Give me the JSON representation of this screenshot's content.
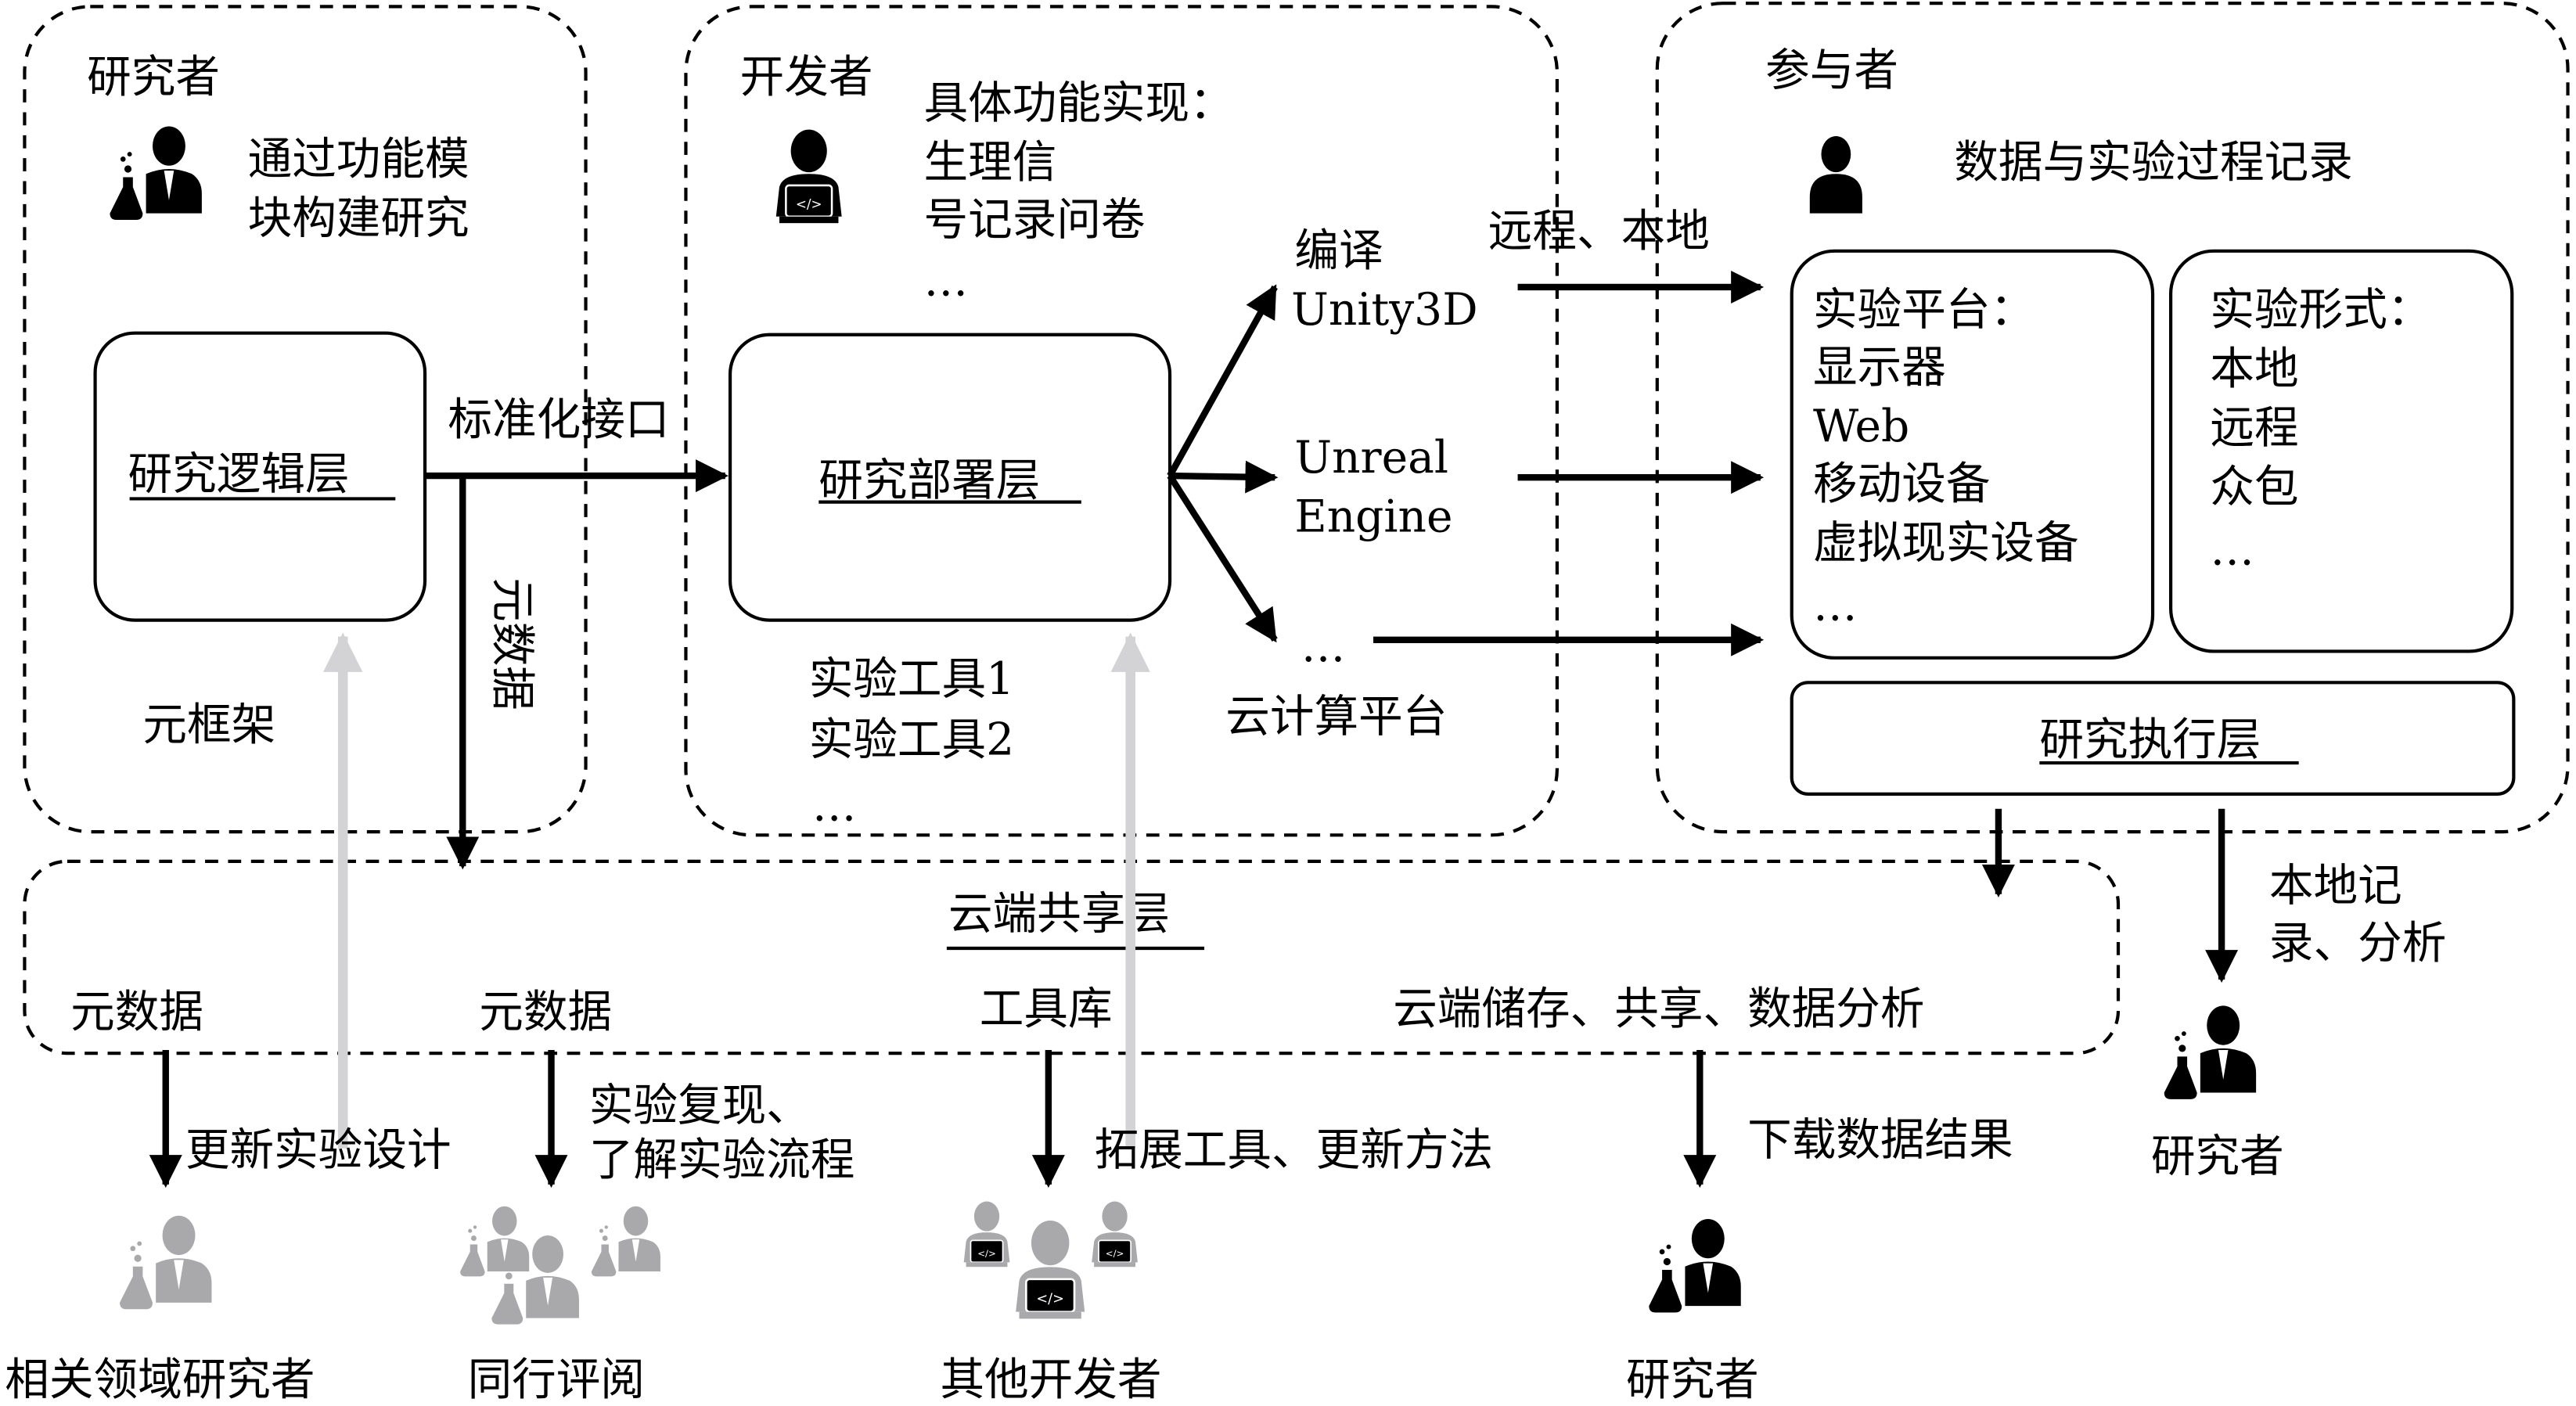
{
  "researcher_panel": {
    "role": "研究者",
    "desc_lines": [
      "通过功能模",
      "块构建研究"
    ],
    "layer": "研究逻辑层",
    "framework": "元框架"
  },
  "connector": {
    "interface_label": "标准化接口",
    "metadata_label": "元数据"
  },
  "developer_panel": {
    "role": "开发者",
    "desc_lines": [
      "具体功能实现：",
      "生理信",
      "号记录问卷",
      "…"
    ],
    "layer": "研究部署层",
    "tools": [
      "实验工具1",
      "实验工具2",
      "…"
    ]
  },
  "compile": {
    "targets": [
      {
        "lines": [
          "编译",
          "Unity3D"
        ]
      },
      {
        "lines": [
          "Unreal",
          "Engine"
        ]
      },
      {
        "lines": [
          "…",
          "云计算平台"
        ]
      }
    ],
    "mode_label": "远程、本地"
  },
  "participant_panel": {
    "role": "参与者",
    "desc": "数据与实验过程记录",
    "platform_box": {
      "title": "实验平台：",
      "items": [
        "显示器",
        "Web",
        "移动设备",
        "虚拟现实设备",
        "…"
      ]
    },
    "form_box": {
      "title": "实验形式：",
      "items": [
        "本地",
        "远程",
        "众包",
        "…"
      ]
    },
    "layer": "研究执行层"
  },
  "local_flow": {
    "label_lines": [
      "本地记",
      "录、分析"
    ],
    "actor": "研究者"
  },
  "cloud_layer": {
    "title": "云端共享层",
    "items": [
      "元数据",
      "元数据",
      "工具库",
      "云端储存、共享、数据分析"
    ]
  },
  "consumers": [
    {
      "actor": "相关领域研究者",
      "flow_label": [
        "更新实验设计"
      ]
    },
    {
      "actor": "同行评阅",
      "flow_label": [
        "实验复现、",
        "了解实验流程"
      ]
    },
    {
      "actor": "其他开发者",
      "flow_label": [
        "拓展工具、更新方法"
      ]
    },
    {
      "actor": "研究者",
      "flow_label": [
        "下载数据结果"
      ]
    }
  ],
  "colors": {
    "ink": "#000000",
    "feedback": "#d3d3d5",
    "muted_icon": "#a9a8ab"
  }
}
